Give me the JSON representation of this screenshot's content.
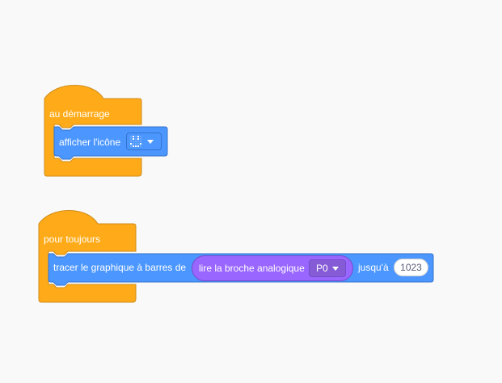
{
  "colors": {
    "events": "#ffab19",
    "events_border": "#cf8b17",
    "display": "#4c97ff",
    "display_border": "#3373cc",
    "sensing": "#9966ff",
    "sensing_border": "#774dcb",
    "background": "#f9f9f9"
  },
  "script1": {
    "hat_label": "au démarrage",
    "block_label": "afficher l'icône",
    "icon_name": "smiley-led-icon"
  },
  "script2": {
    "hat_label": "pour toujours",
    "block_label": "tracer le graphique à barres de",
    "reporter_label": "lire la broche analogique",
    "pin_value": "P0",
    "suffix_label": "jusqu'à",
    "max_value": "1023"
  }
}
